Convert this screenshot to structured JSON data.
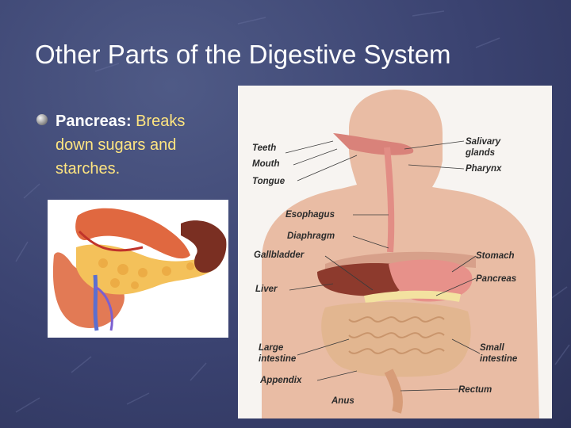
{
  "slide": {
    "title": "Other Parts of the Digestive System",
    "bullet": {
      "term": "Pancreas:",
      "line1_rest": " Breaks",
      "continuation": "down sugars and\nstarches."
    }
  },
  "colors": {
    "background": "#3a4270",
    "title": "#ffffff",
    "bullet_text": "#ffe580"
  },
  "diagram_labels": {
    "teeth": "Teeth",
    "mouth": "Mouth",
    "tongue": "Tongue",
    "salivary": "Salivary\nglands",
    "pharynx": "Pharynx",
    "esophagus": "Esophagus",
    "diaphragm": "Diaphragm",
    "gallbladder": "Gallbladder",
    "stomach": "Stomach",
    "pancreas": "Pancreas",
    "liver": "Liver",
    "large_intestine": "Large\nintestine",
    "small_intestine": "Small\nintestine",
    "appendix": "Appendix",
    "rectum": "Rectum",
    "anus": "Anus"
  }
}
